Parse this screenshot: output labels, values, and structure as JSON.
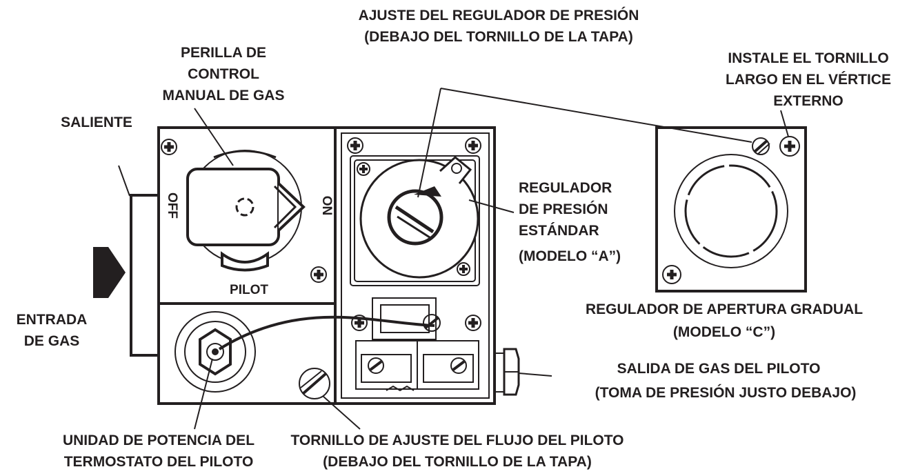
{
  "labels": {
    "pressure_adjust_line1": "AJUSTE DEL REGULADOR DE PRESIÓN",
    "pressure_adjust_line2": "(DEBAJO DEL TORNILLO DE LA TAPA)",
    "install_screw_line1": "INSTALE EL TORNILLO",
    "install_screw_line2": "LARGO EN EL VÉRTICE",
    "install_screw_line3": "EXTERNO",
    "knob_label_line1": "PERILLA DE",
    "knob_label_line2": "CONTROL",
    "knob_label_line3": "MANUAL DE GAS",
    "ledge": "SALIENTE",
    "std_regulator_line1": "REGULADOR",
    "std_regulator_line2": "DE PRESIÓN",
    "std_regulator_line3": "ESTÁNDAR",
    "std_regulator_line4": "(MODELO “A”)",
    "gradual_regulator_line1": "REGULADOR DE APERTURA GRADUAL",
    "gradual_regulator_line2": "(MODELO “C”)",
    "gas_inlet_line1": "ENTRADA",
    "gas_inlet_line2": "DE GAS",
    "pilot_outlet_line1": "SALIDA DE GAS DEL PILOTO",
    "pilot_outlet_line2": "(TOMA DE PRESIÓN JUSTO DEBAJO)",
    "power_unit_line1": "UNIDAD DE POTENCIA DEL",
    "power_unit_line2": "TERMOSTATO DEL PILOTO",
    "pilot_flow_line1": "TORNILLO DE AJUSTE DEL FLUJO DEL PILOTO",
    "pilot_flow_line2": "(DEBAJO DEL TORNILLO DE LA TAPA)"
  },
  "knob_markings": {
    "off": "OFF",
    "on": "ON",
    "pilot": "PILOT"
  },
  "colors": {
    "ink": "#231f20",
    "background": "#ffffff"
  }
}
